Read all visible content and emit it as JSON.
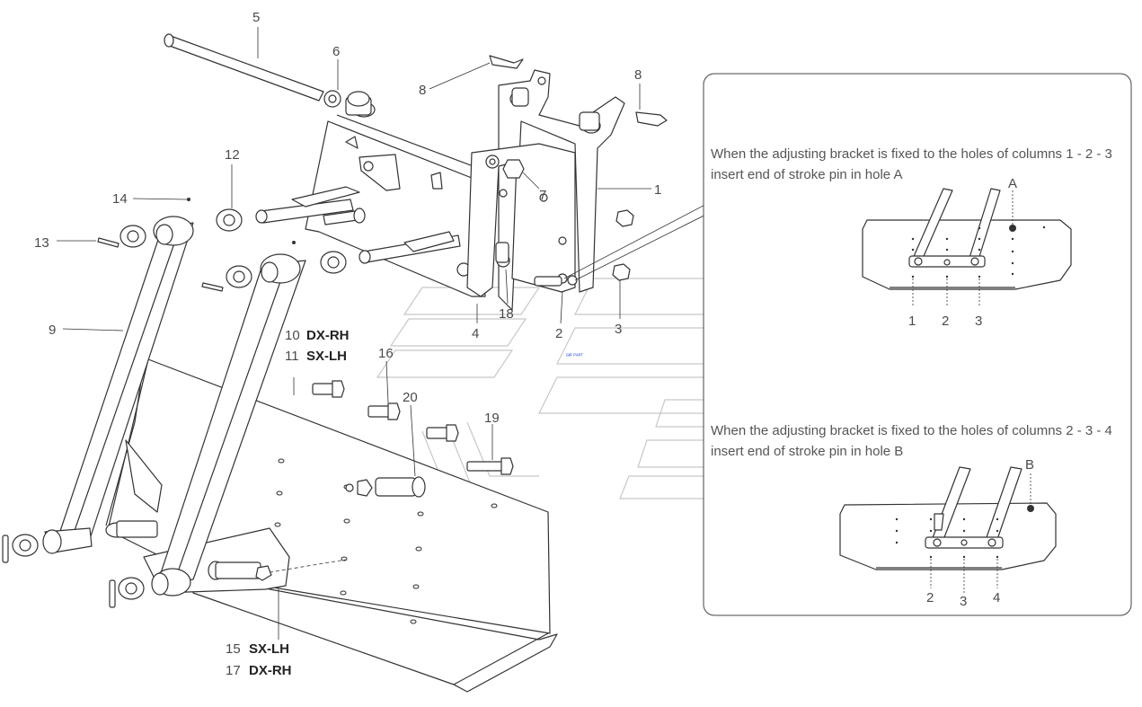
{
  "callouts": {
    "c1": "1",
    "c2": "2",
    "c3": "3",
    "c4": "4",
    "c5": "5",
    "c6": "6",
    "c7": "7",
    "c8a": "8",
    "c8b": "8",
    "c9": "9",
    "c10": "10",
    "c11": "11",
    "c12": "12",
    "c13": "13",
    "c14": "14",
    "c15": "15",
    "c16": "16",
    "c17": "17",
    "c18": "18",
    "c19": "19",
    "c20": "20"
  },
  "sides": {
    "s10": "DX-RH",
    "s11": "SX-LH",
    "s15": "SX-LH",
    "s17": "DX-RH"
  },
  "inset": {
    "note_a_line1": "When the adjusting bracket is fixed to the holes of columns 1 - 2 - 3",
    "note_a_line2": "insert end of stroke pin in hole A",
    "hole_a": "A",
    "cols_a": [
      "1",
      "2",
      "3"
    ],
    "note_b_line1": "When the adjusting bracket is fixed to the holes of columns 2 - 3 - 4",
    "note_b_line2": "insert end of stroke pin in hole B",
    "hole_b": "B",
    "cols_b": [
      "2",
      "3",
      "4"
    ]
  },
  "watermark_text": "ᴳᴵᴿ ᴾᴬᴿᵀ"
}
